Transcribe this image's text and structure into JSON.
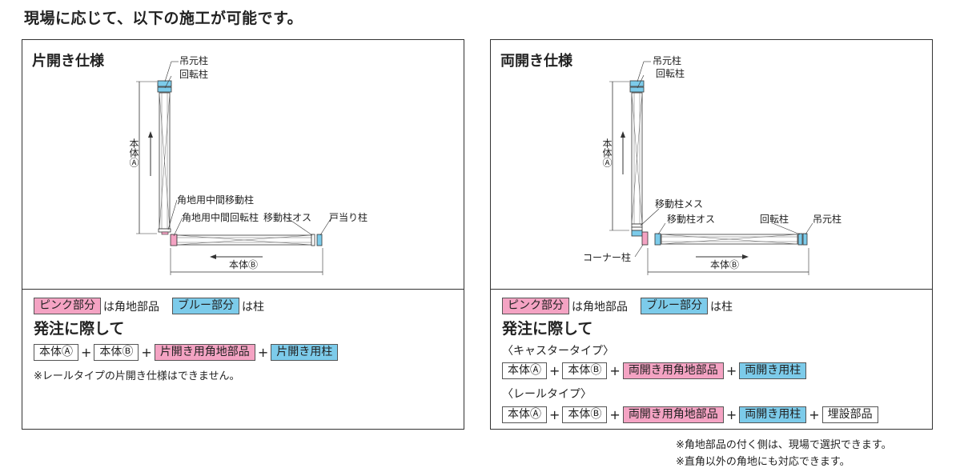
{
  "heading": "現場に応じて、以下の施工が可能です。",
  "colors": {
    "pink": "#f4a3c3",
    "blue": "#7ccbea",
    "line": "#333333"
  },
  "left_panel": {
    "title": "片開き仕様",
    "labels": {
      "top_post": "吊元柱",
      "rotating_post": "回転柱",
      "body_a": "本体Ⓐ",
      "corner_moving_post": "角地用中間移動柱",
      "corner_rotating_post": "角地用中間回転柱",
      "moving_post_male": "移動柱オス",
      "stop_post": "戸当り柱",
      "body_b": "本体Ⓑ"
    },
    "legend": {
      "pink_tag": "ピンク部分",
      "pink_text": "は角地部品",
      "blue_tag": "ブルー部分",
      "blue_text": "は柱"
    },
    "order_heading": "発注に際して",
    "order": {
      "item1": "本体Ⓐ",
      "item2": "本体Ⓑ",
      "item3": "片開き用角地部品",
      "item4": "片開き用柱",
      "plus": "+"
    },
    "note": "※レールタイプの片開き仕様はできません。"
  },
  "right_panel": {
    "title": "両開き仕様",
    "labels": {
      "top_post": "吊元柱",
      "rotating_post": "回転柱",
      "body_a": "本体Ⓐ",
      "moving_post_female": "移動柱メス",
      "moving_post_male": "移動柱オス",
      "rotating_post_b": "回転柱",
      "top_post_b": "吊元柱",
      "corner_post": "コーナー柱",
      "body_b": "本体Ⓑ"
    },
    "legend": {
      "pink_tag": "ピンク部分",
      "pink_text": "は角地部品",
      "blue_tag": "ブルー部分",
      "blue_text": "は柱"
    },
    "order_heading": "発注に際して",
    "caster_heading": "〈キャスタータイプ〉",
    "caster_order": {
      "item1": "本体Ⓐ",
      "item2": "本体Ⓑ",
      "item3": "両開き用角地部品",
      "item4": "両開き用柱",
      "plus": "+"
    },
    "rail_heading": "〈レールタイプ〉",
    "rail_order": {
      "item1": "本体Ⓐ",
      "item2": "本体Ⓑ",
      "item3": "両開き用角地部品",
      "item4": "両開き用柱",
      "item5": "埋設部品",
      "plus": "+"
    }
  },
  "footnotes": {
    "line1": "※角地部品の付く側は、現場で選択できます。",
    "line2": "※直角以外の角地にも対応できます。"
  }
}
